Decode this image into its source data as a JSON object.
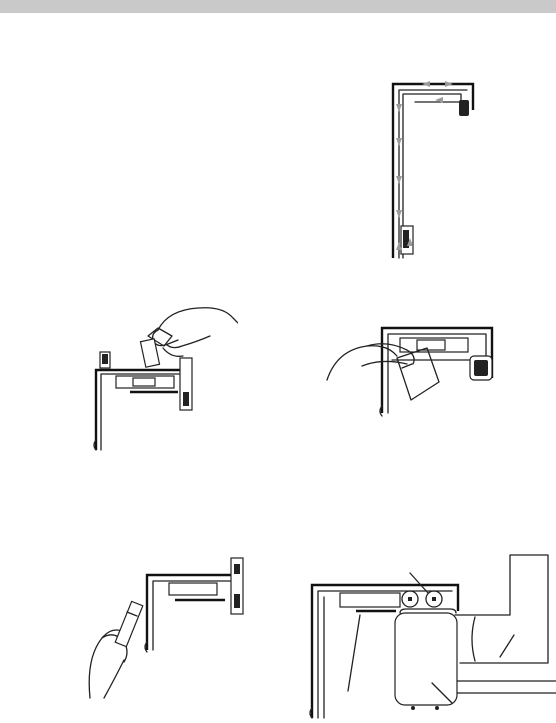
{
  "page": {
    "background": "#ffffff",
    "bar_color": "#c9c9c9"
  },
  "figures": [
    {
      "id": "fig-frame-arrows",
      "icon": "l-shaped-frame-with-direction-arrows"
    },
    {
      "id": "fig-insert-strip",
      "icon": "hand-inserting-strip-into-panel"
    },
    {
      "id": "fig-press-corner",
      "icon": "hand-pressing-corner-of-panel"
    },
    {
      "id": "fig-hand-pen",
      "icon": "hand-holding-tool-near-frame"
    },
    {
      "id": "fig-device-mounted",
      "icon": "device-mounted-on-frame-with-pipe"
    }
  ]
}
